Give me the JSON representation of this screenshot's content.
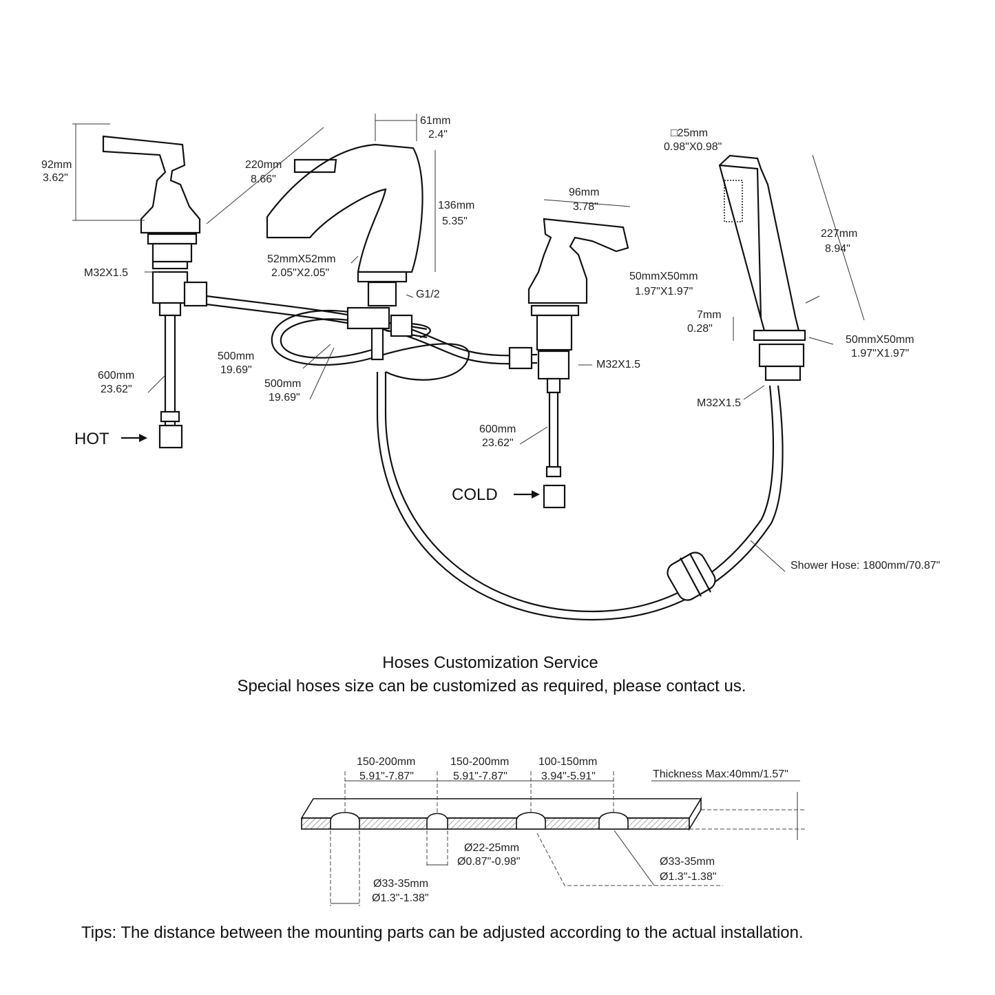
{
  "dims": {
    "handle_height": [
      "92mm",
      "3.62\""
    ],
    "spout_length": [
      "220mm",
      "8.66\""
    ],
    "spout_depth": [
      "61mm",
      "2.4\""
    ],
    "spout_height": [
      "136mm",
      "5.35\""
    ],
    "spout_base": [
      "52mmX52mm",
      "2.05\"X2.05\""
    ],
    "spout_thread": "G1/2",
    "left_thread": "M32X1.5",
    "right_handle_width": [
      "96mm",
      "3.78\""
    ],
    "right_handle_base": [
      "50mmX50mm",
      "1.97\"X1.97\""
    ],
    "right_thread": "M32X1.5",
    "shower_square": [
      "□25mm",
      "0.98\"X0.98\""
    ],
    "shower_length": [
      "227mm",
      "8.94\""
    ],
    "shower_gap": [
      "7mm",
      "0.28\""
    ],
    "shower_base": [
      "50mmX50mm",
      "1.97\"X1.97\""
    ],
    "shower_thread": "M32X1.5",
    "hose_a": [
      "500mm",
      "19.69\""
    ],
    "hose_b": [
      "500mm",
      "19.69\""
    ],
    "hot_hose": [
      "600mm",
      "23.62\""
    ],
    "cold_hose": [
      "600mm",
      "23.62\""
    ],
    "shower_hose": "Shower Hose: 1800mm/70.87\""
  },
  "labels": {
    "hot": "HOT",
    "cold": "COLD"
  },
  "service": {
    "title": "Hoses Customization Service",
    "subtitle": "Special hoses size can be customized as required, please contact us."
  },
  "deck": {
    "spacing": [
      [
        "150-200mm",
        "5.91\"-7.87\""
      ],
      [
        "150-200mm",
        "5.91\"-7.87\""
      ],
      [
        "100-150mm",
        "3.94\"-5.91\""
      ]
    ],
    "thickness": "Thickness Max:40mm/1.57\"",
    "hole_small": [
      "Ø22-25mm",
      "Ø0.87\"-0.98\""
    ],
    "hole_left": [
      "Ø33-35mm",
      "Ø1.3\"-1.38\""
    ],
    "hole_right": [
      "Ø33-35mm",
      "Ø1.3\"-1.38\""
    ]
  },
  "tips": "Tips: The distance between the mounting parts can be adjusted according to the actual installation."
}
